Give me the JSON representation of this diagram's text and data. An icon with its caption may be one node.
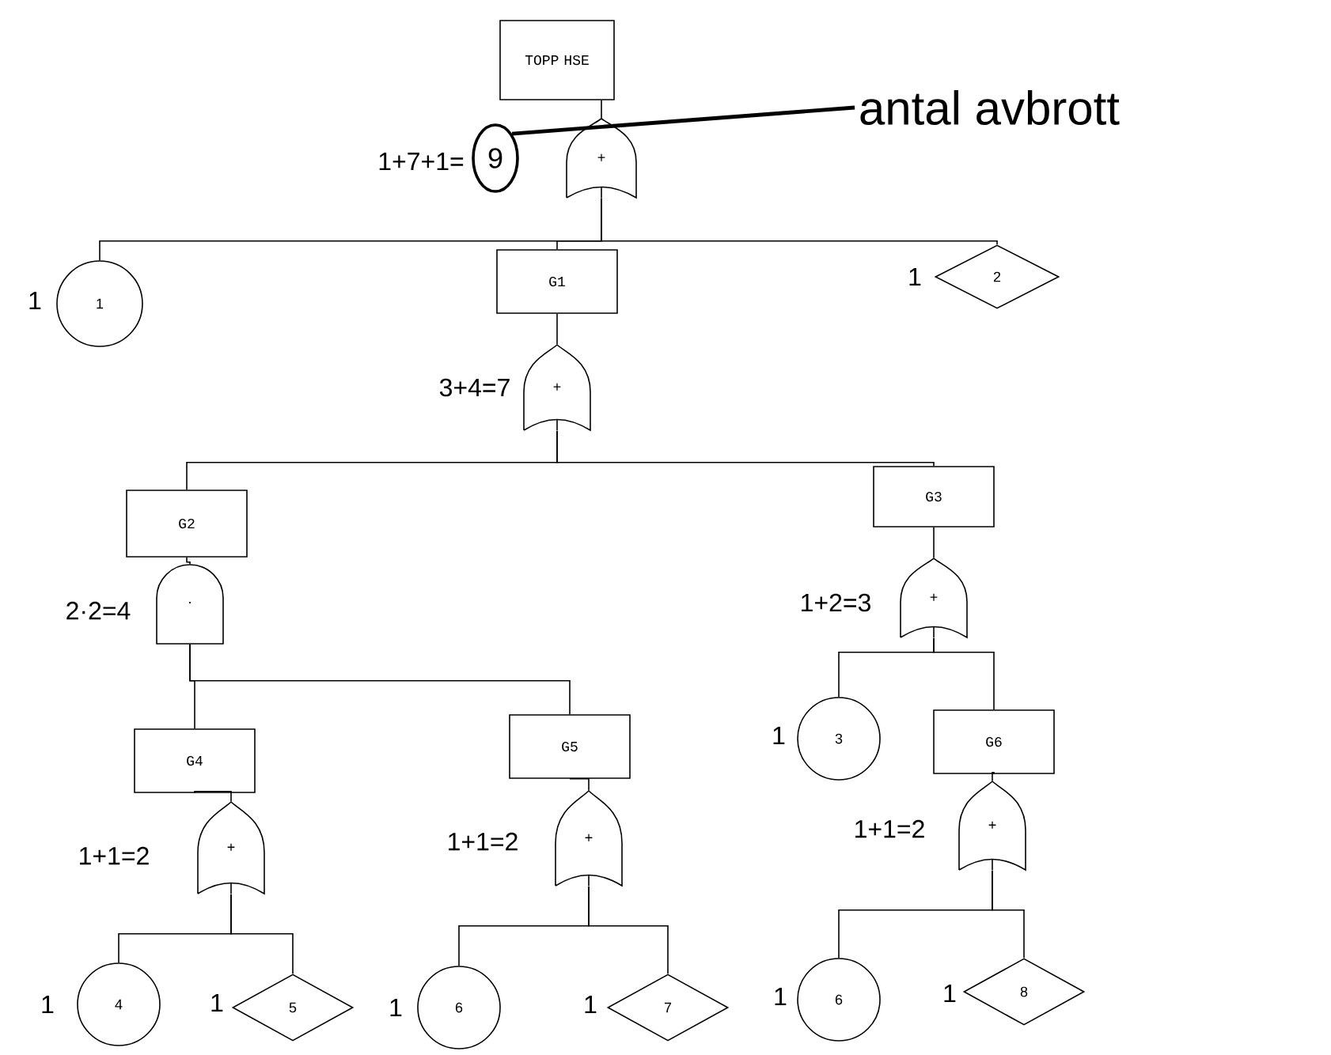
{
  "diagram": {
    "nodes": [
      {
        "text": [
          "TOPP HSE"
        ]
      },
      {
        "text": [
          "+"
        ]
      },
      {
        "text": [
          "9"
        ],
        "beside": [
          "1+7+1="
        ]
      },
      {
        "text": [
          "antal avbrott"
        ]
      },
      {
        "text": [
          "1"
        ],
        "beside": [
          "1"
        ]
      },
      {
        "text": [
          "G1"
        ]
      },
      {
        "text": [
          "2"
        ],
        "beside": [
          "1"
        ]
      },
      {
        "text": [
          "+"
        ],
        "beside": [
          "3+4=7"
        ]
      },
      {
        "text": [
          "G2"
        ]
      },
      {
        "text": [
          "G3"
        ]
      },
      {
        "text": [
          "·"
        ],
        "beside": [
          "2·2=4"
        ]
      },
      {
        "text": [
          "+"
        ],
        "beside": [
          "1+2=3"
        ]
      },
      {
        "text": [
          "G4"
        ]
      },
      {
        "text": [
          "G5"
        ]
      },
      {
        "text": [
          "3"
        ],
        "beside": [
          "1"
        ]
      },
      {
        "text": [
          "G6"
        ]
      },
      {
        "text": [
          "+"
        ],
        "beside": [
          "1+1=2"
        ]
      },
      {
        "text": [
          "+"
        ],
        "beside": [
          "1+1=2"
        ]
      },
      {
        "text": [
          "+"
        ],
        "beside": [
          "1+1=2"
        ]
      },
      {
        "text": [
          "4"
        ],
        "beside": [
          "1"
        ]
      },
      {
        "text": [
          "5"
        ],
        "beside": [
          "1"
        ]
      },
      {
        "text": [
          "6"
        ],
        "beside": [
          "1"
        ]
      },
      {
        "text": [
          "7"
        ],
        "beside": [
          "1"
        ]
      },
      {
        "text": [
          "6"
        ],
        "beside": [
          "1"
        ]
      },
      {
        "text": [
          "8"
        ],
        "beside": [
          "1"
        ]
      }
    ],
    "edges": [
      {
        "from": 0,
        "to": 1,
        "arrow": "none"
      },
      {
        "from": 1,
        "to": 4,
        "arrow": "none"
      },
      {
        "from": 1,
        "to": 5,
        "arrow": "none"
      },
      {
        "from": 1,
        "to": 6,
        "arrow": "none"
      },
      {
        "from": 5,
        "to": 7,
        "arrow": "none"
      },
      {
        "from": 7,
        "to": 8,
        "arrow": "none"
      },
      {
        "from": 7,
        "to": 9,
        "arrow": "none"
      },
      {
        "from": 8,
        "to": 10,
        "arrow": "none"
      },
      {
        "from": 10,
        "to": 12,
        "arrow": "none"
      },
      {
        "from": 10,
        "to": 13,
        "arrow": "none"
      },
      {
        "from": 9,
        "to": 11,
        "arrow": "none"
      },
      {
        "from": 11,
        "to": 14,
        "arrow": "none"
      },
      {
        "from": 11,
        "to": 15,
        "arrow": "none"
      },
      {
        "from": 12,
        "to": 16,
        "arrow": "none"
      },
      {
        "from": 13,
        "to": 17,
        "arrow": "none"
      },
      {
        "from": 15,
        "to": 18,
        "arrow": "none"
      },
      {
        "from": 16,
        "to": 19,
        "arrow": "none"
      },
      {
        "from": 16,
        "to": 20,
        "arrow": "none"
      },
      {
        "from": 17,
        "to": 21,
        "arrow": "none"
      },
      {
        "from": 17,
        "to": 22,
        "arrow": "none"
      },
      {
        "from": 18,
        "to": 23,
        "arrow": "none"
      },
      {
        "from": 18,
        "to": 24,
        "arrow": "none"
      },
      {
        "from": 3,
        "to": 2,
        "arrow": "none",
        "style": "thick"
      }
    ]
  }
}
